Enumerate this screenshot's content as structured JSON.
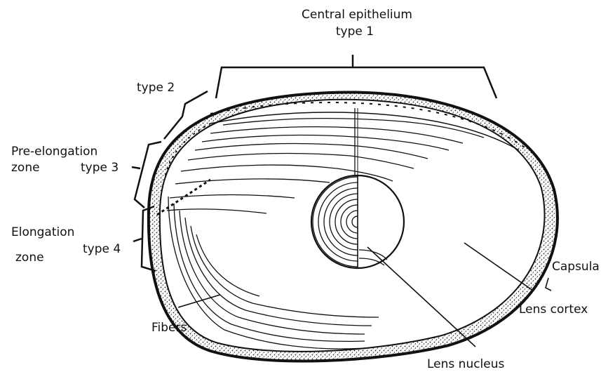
{
  "labels": {
    "central_epithelium": "Central epithelium",
    "type1": "type 1",
    "type2": "type 2",
    "pre_elongation": "Pre-elongation",
    "zone_a": "zone",
    "type3": "type 3",
    "elongation": "Elongation",
    "zone_b": "zone",
    "type4": "type 4",
    "capsula": "Capsula",
    "lens_cortex": "Lens cortex",
    "fibers": "Fibers",
    "lens_nucleus": "Lens nucleus"
  }
}
